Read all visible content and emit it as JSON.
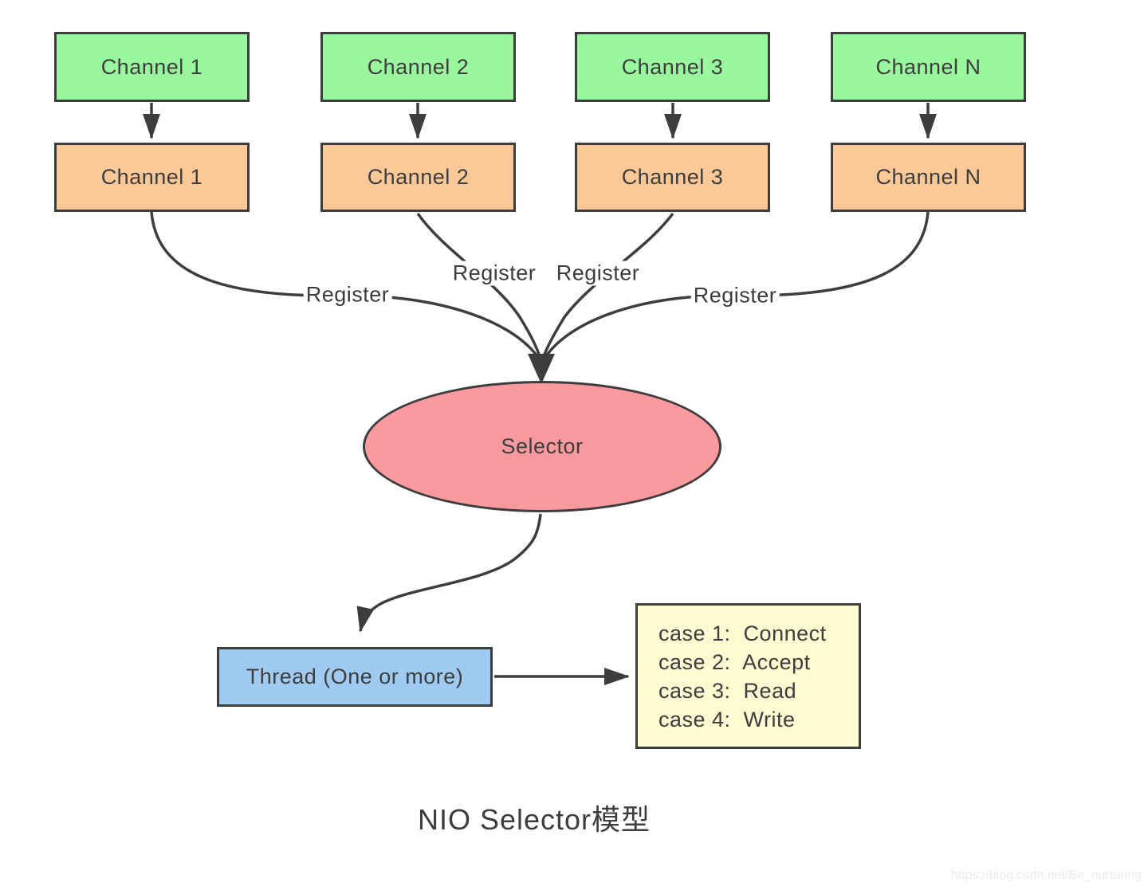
{
  "title": "NIO Selector模型",
  "watermark": "https://blog.csdn.net/Be_nurturing",
  "channels": {
    "top_row": [
      "Channel 1",
      "Channel 2",
      "Channel 3",
      "Channel N"
    ],
    "bottom_row": [
      "Channel 1",
      "Channel 2",
      "Channel 3",
      "Channel N"
    ]
  },
  "register_labels": [
    "Register",
    "Register",
    "Register",
    "Register"
  ],
  "selector": {
    "label": "Selector"
  },
  "thread": {
    "label": "Thread (One or more)"
  },
  "case_box": {
    "lines": [
      "case 1:  Connect",
      "case 2:  Accept",
      "case 3:  Read",
      "case 4:  Write"
    ]
  },
  "colors": {
    "channel_top_fill": "#99f89e",
    "channel_bottom_fill": "#fbc897",
    "selector_fill": "#fb9a9e",
    "thread_fill": "#9fcbf2",
    "case_fill": "#fcfbd2",
    "stroke": "#3d3d3d",
    "text": "#3d3d3d",
    "watermark": "#ebebee"
  }
}
